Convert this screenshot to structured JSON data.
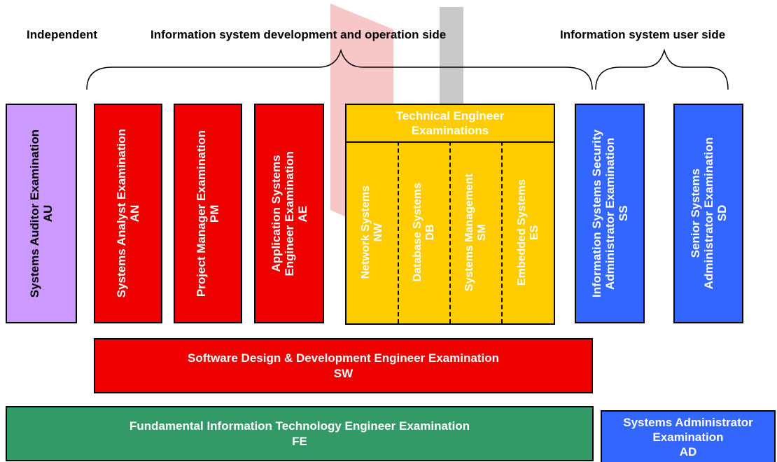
{
  "headers": {
    "independent": "Independent",
    "dev_ops": "Information system development and operation side",
    "user_side": "Information system user side"
  },
  "exams": {
    "au": {
      "name": "Systems Auditor Examination",
      "code": "AU"
    },
    "an": {
      "name": "Systems Analyst Examination",
      "code": "AN"
    },
    "pm": {
      "name": "Project Manager Examination",
      "code": "PM"
    },
    "ae": {
      "line1": "Application Systems",
      "line2": "Engineer Examination",
      "code": "AE"
    },
    "technical": {
      "title_line1": "Technical Engineer",
      "title_line2": "Examinations",
      "nw": {
        "name": "Network Systems",
        "code": "NW"
      },
      "db": {
        "name": "Database  Systems",
        "code": "DB"
      },
      "sm": {
        "name": "Systems Management",
        "code": "SM"
      },
      "es": {
        "name": "Embedded Systems",
        "code": "ES"
      }
    },
    "ss": {
      "line1": "Information Systems Security",
      "line2": "Administrator Examination",
      "code": "SS"
    },
    "sd": {
      "line1": "Senior Systems",
      "line2": "Administrator Examination",
      "code": "SD"
    },
    "sw": {
      "name": "Software Design & Development Engineer Examination",
      "code": "SW"
    },
    "fe": {
      "name": "Fundamental Information Technology Engineer Examination",
      "code": "FE"
    },
    "ad": {
      "line1": "Systems Administrator",
      "line2": "Examination",
      "code": "AD"
    }
  },
  "colors": {
    "red": "#ee0000",
    "purple": "#cc99ff",
    "blue": "#3366ff",
    "green": "#339966",
    "yellow": "#ffcc00",
    "brace": "#000000"
  }
}
